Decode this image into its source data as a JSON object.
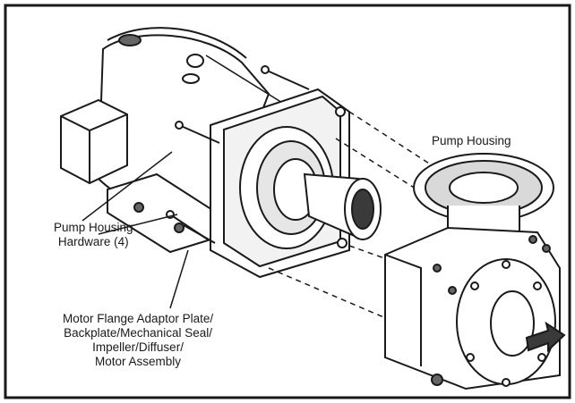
{
  "labels": {
    "pump_housing": "Pump Housing",
    "housing_hardware": [
      "Pump Housing",
      "Hardware (4)"
    ],
    "motor_assembly": [
      "Motor Flange Adaptor Plate/",
      "Backplate/Mechanical Seal/",
      "Impeller/Diffuser/",
      "Motor Assembly"
    ]
  },
  "colors": {
    "ink": "#1a1a1a",
    "paper": "#ffffff",
    "shade": "#d9d9d9",
    "dark": "#3a3a3a"
  }
}
